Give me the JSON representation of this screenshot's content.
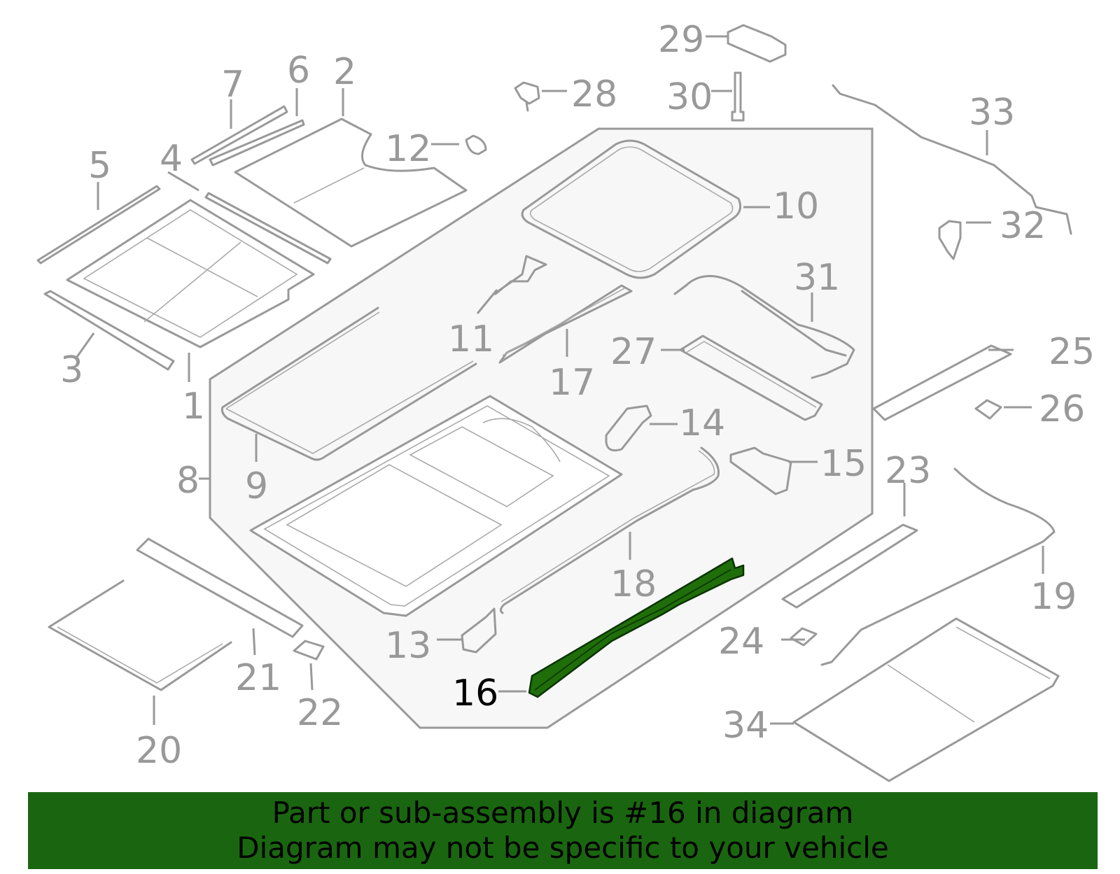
{
  "diagram": {
    "highlight_color": "#1f6e0a",
    "line_color": "#999999",
    "highlighted_callout": "16",
    "callouts": [
      "1",
      "2",
      "3",
      "4",
      "5",
      "6",
      "7",
      "8",
      "9",
      "10",
      "11",
      "12",
      "13",
      "14",
      "15",
      "16",
      "17",
      "18",
      "19",
      "20",
      "21",
      "22",
      "23",
      "24",
      "25",
      "26",
      "27",
      "28",
      "29",
      "30",
      "31",
      "32",
      "33",
      "34"
    ]
  },
  "banner": {
    "line1": "Part or sub-assembly is #16 in diagram",
    "line2": "Diagram may not be specific to your vehicle",
    "background": "#1a6610"
  }
}
